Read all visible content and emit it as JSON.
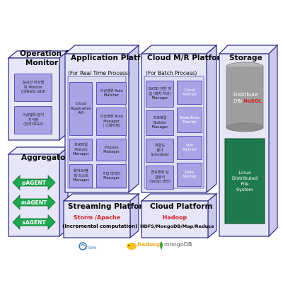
{
  "operation": {
    "title_line1": "Operation &",
    "title_line2": "Monitor",
    "modules": [
      "실시간 이상행\n위 Monitor\n(대쉬보드 GUI)",
      "이상행위 탐지\n지식정\n(관리자GUI)"
    ]
  },
  "aggregator": {
    "title": "Aggregator",
    "agents": [
      "pAGENT",
      "mAGENT",
      "sAGENT"
    ]
  },
  "application_platform": {
    "title": "Application Platform",
    "subtitle": "(For Real Time Process)",
    "modules": [
      "Cloud\nApplication\nAPI",
      "이상행위 Rule\nMatcher",
      "이상행위 Rule\nManager\n( 스레이퍼)",
      "프로파일\nHistory\nManager",
      "Process\nManager",
      "화이트/블\n랙 리스트\nManager",
      "수집 데이터\nManager"
    ]
  },
  "cloud_mr_platform": {
    "title": "Cloud M/R Platform",
    "subtitle": "(For Batch Process)",
    "modules": [
      "SVDD 엔진 학\n습 (배치 처리)\nManager",
      "Cloud\nMonitor",
      "프로파일\nBuilder\nManager",
      "Node/Data\nMonitor",
      "위험도\n평가\nScheduler",
      "M/R\nMonitor",
      "연속행위 상\n관분석\n(SVDD 엔진)",
      "Data\nMonitor"
    ]
  },
  "storage": {
    "title": "Storage",
    "db_label_black": "Distribute",
    "db_label_line2_black": "DB/",
    "db_label_red": "NoSQL",
    "fs_label": "Linux\nDistributed\nFile\nSystem"
  },
  "streaming_platform": {
    "title": "Streaming Platform",
    "tech": "Storm /Apache",
    "desc": "(Incremental computation)"
  },
  "cloud_platform": {
    "title": "Cloud Platform",
    "tech": "Hadoop",
    "desc": "HDFS/MongoDB/Map/Reduce"
  },
  "logos": {
    "storm_small": "STORM",
    "hadoop": "hadoop",
    "mongo": "mongoDB"
  },
  "colors": {
    "frame_fill": "#d9d9f2",
    "module_fill": "#a9a3e6",
    "storage_green": "#1e7a4d",
    "agent_green": "#1fa850",
    "red": "#d01f1f"
  }
}
